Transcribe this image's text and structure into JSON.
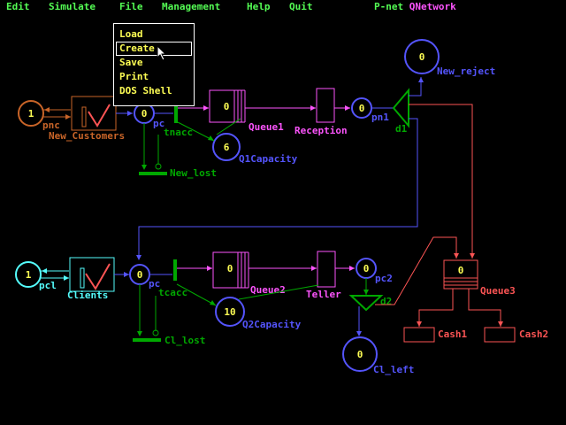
{
  "menu": {
    "items": [
      "Edit",
      "Simulate",
      "File",
      "Management",
      "Help",
      "Quit"
    ],
    "title_part1": "P-net",
    "title_part2": "QNetwork"
  },
  "dropdown": {
    "items": [
      "Load",
      "Create",
      "Save",
      "Print",
      "DOS Shell"
    ],
    "highlighted": "Create"
  },
  "net": {
    "pnc": {
      "value": "1",
      "label": "pnc"
    },
    "new_customers": "New_Customers",
    "pc_top": {
      "value": "0",
      "label": "pc"
    },
    "tnacc": "tnacc",
    "queue1": {
      "value": "0",
      "label": "Queue1"
    },
    "reception": "Reception",
    "pn1": {
      "value": "0",
      "label": "pn1"
    },
    "d1": "d1",
    "new_reject": {
      "value": "0",
      "label": "New_reject"
    },
    "q1capacity": {
      "value": "6",
      "label": "Q1Capacity"
    },
    "new_lost": "New_lost",
    "pcl": {
      "value": "1",
      "label": "pcl"
    },
    "clients": "Clients",
    "pc_bottom": {
      "value": "0",
      "label": "pc"
    },
    "tcacc": "tcacc",
    "queue2": {
      "value": "0",
      "label": "Queue2"
    },
    "teller": "Teller",
    "pc2": {
      "value": "0",
      "label": "pc2"
    },
    "d2": "d2",
    "cl_left": {
      "value": "0",
      "label": "Cl_left"
    },
    "q2capacity": {
      "value": "10",
      "label": "Q2Capacity"
    },
    "cl_lost": "Cl_lost",
    "queue3": {
      "value": "0",
      "label": "Queue3"
    },
    "cash1": "Cash1",
    "cash2": "Cash2"
  },
  "colors": {
    "background": "#000000",
    "menu_text": "#54FC54",
    "menu_accent": "#FC54FC",
    "dropdown_text": "#FCFC54",
    "place": "#5454FC",
    "magenta": "#FC54FC",
    "orange": "#C86428",
    "green": "#00A800",
    "cyan": "#54FCFC",
    "red": "#FC5454"
  }
}
